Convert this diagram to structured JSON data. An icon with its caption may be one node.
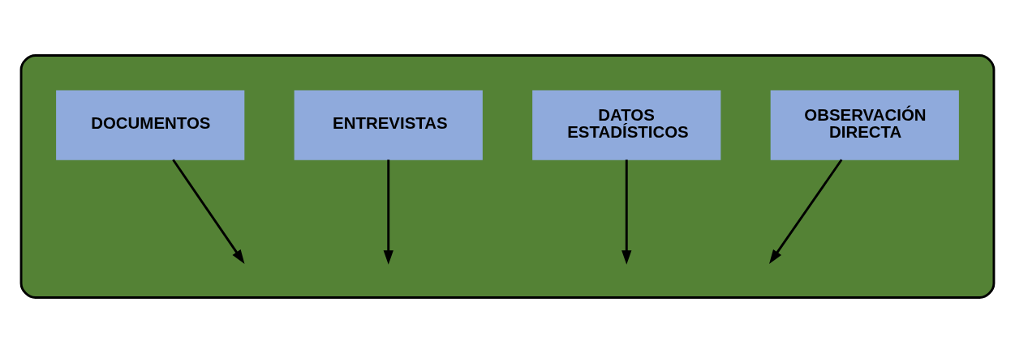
{
  "diagram": {
    "nodes": [
      {
        "text": [],
        "shape": "box"
      },
      {
        "text": [
          "DOCUMENTOS"
        ],
        "in": 0
      },
      {
        "text": [
          "ENTREVISTAS"
        ],
        "in": 0
      },
      {
        "text": [
          "DATOS ESTADÍSTICOS"
        ],
        "in": 0
      },
      {
        "text": [
          "OBSERVACIÓN DIRECTA"
        ],
        "in": 0
      }
    ],
    "edges": [
      {
        "from": 1,
        "to": null,
        "arrow": "to"
      },
      {
        "from": 2,
        "to": null,
        "arrow": "to"
      },
      {
        "from": 3,
        "to": null,
        "arrow": "to"
      },
      {
        "from": 4,
        "to": null,
        "arrow": "to"
      }
    ]
  }
}
